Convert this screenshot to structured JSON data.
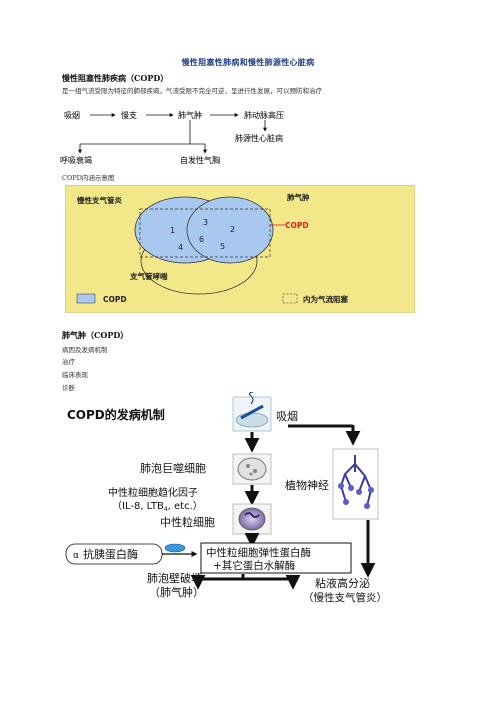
{
  "document": {
    "title": "慢性阻塞性肺病和慢性肺源性心脏病",
    "section1": {
      "heading": "慢性阻塞性肺疾病（COPD）",
      "paragraph": "是一组气流受限为特征的肺部疾病，气流受限不完全可逆，呈进行性发展，可以预防和治疗"
    },
    "flow": {
      "n1": "吸烟",
      "n2": "慢支",
      "n3": "肺气肿",
      "n4": "肺动脉高压",
      "n5": "肺源性心脏病",
      "n6": "呼吸衰竭",
      "n7": "自发性气胸"
    },
    "venn": {
      "caption": "COPD内涵示意图",
      "label_bronchitis": "慢性支气管炎",
      "label_emphysema": "肺气肿",
      "label_asthma": "支气管哮喘",
      "label_copd_red": "COPD",
      "region_numbers": [
        "1",
        "2",
        "3",
        "4",
        "5",
        "6"
      ],
      "legend_copd": "COPD",
      "legend_obstruction": "内为气流阻塞",
      "colors": {
        "background": "#f2e88a",
        "circle_fill": "#a8c8f0",
        "copd_red": "#e02020"
      }
    },
    "section2": {
      "heading": "肺气肿（COPD）",
      "items": [
        "病因及发病机制",
        "治疗",
        "临床表现",
        "诊断"
      ]
    },
    "mechanism": {
      "title": "COPD的发病机制",
      "smoking": "吸烟",
      "macrophage": "肺泡巨噬细胞",
      "vagus": "植物神经",
      "chemotactic_1": "中性粒细胞趋化因子",
      "chemotactic_2": "（IL-8, LTB",
      "chemotactic_sub": "4",
      "chemotactic_3": ", etc.）",
      "neutrophil": "中性粒细胞",
      "antiprotease_prefix": "α",
      "antiprotease": "抗胰蛋白酶",
      "elastase_1": "中性粒细胞弹性蛋白酶",
      "elastase_2": "+其它蛋白水解酶",
      "destruction_1": "肺泡壁破坏",
      "destruction_2": "（肺气肿）",
      "mucus_1": "粘液高分泌",
      "mucus_2": "（慢性支气管炎）"
    }
  }
}
